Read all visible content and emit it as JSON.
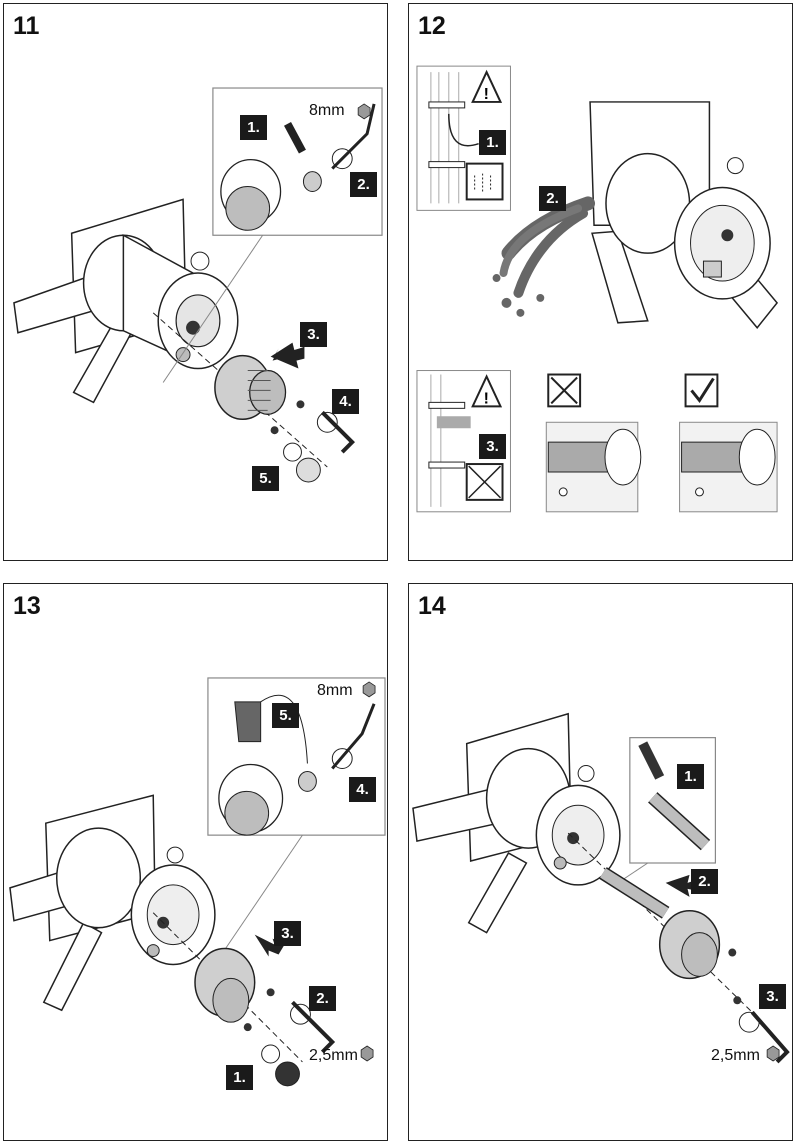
{
  "panels": [
    {
      "number": "11",
      "steps": [
        "1.",
        "2.",
        "3.",
        "4.",
        "5."
      ],
      "tool_size": "8mm"
    },
    {
      "number": "12",
      "steps": [
        "1.",
        "2.",
        "3."
      ]
    },
    {
      "number": "13",
      "steps": [
        "1.",
        "2.",
        "3.",
        "4.",
        "5."
      ],
      "tool_size_top": "8mm",
      "tool_size_bottom": "2,5mm"
    },
    {
      "number": "14",
      "steps": [
        "1.",
        "2.",
        "3."
      ],
      "tool_size": "2,5mm"
    }
  ],
  "colors": {
    "line": "#222222",
    "metal": "#bdbdbd",
    "dark": "#1a1a1a",
    "water": "#666666"
  },
  "icons": [
    "warning-triangle-icon",
    "cross-box-icon",
    "check-box-icon",
    "hex-key-icon",
    "water-spray-icon"
  ]
}
